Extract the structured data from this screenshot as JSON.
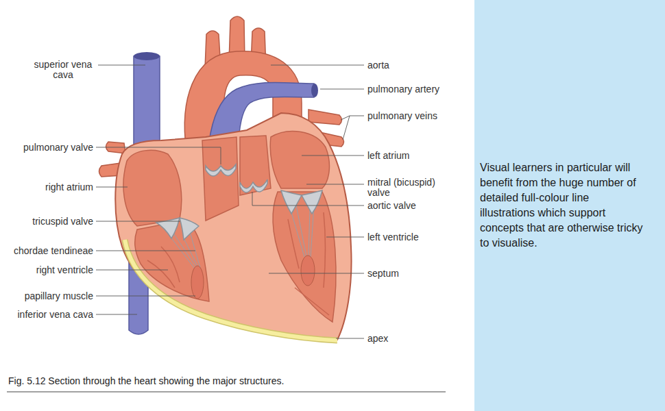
{
  "diagram": {
    "caption": "Fig. 5.12 Section through the heart showing the major structures.",
    "nodes": [
      {
        "text": [
          "Visual learners in particular will benefit from the huge number of detailed full-colour line illustrations which support concepts that are otherwise tricky to visualise."
        ]
      }
    ],
    "labels": [
      "superior vena cava",
      "aorta",
      "pulmonary artery",
      "pulmonary veins",
      "pulmonary valve",
      "left atrium",
      "mitral (bicuspid) valve",
      "right atrium",
      "aortic valve",
      "tricuspid valve",
      "left ventricle",
      "chordae tendineae",
      "right ventricle",
      "septum",
      "papillary muscle",
      "inferior vena cava",
      "apex"
    ]
  }
}
